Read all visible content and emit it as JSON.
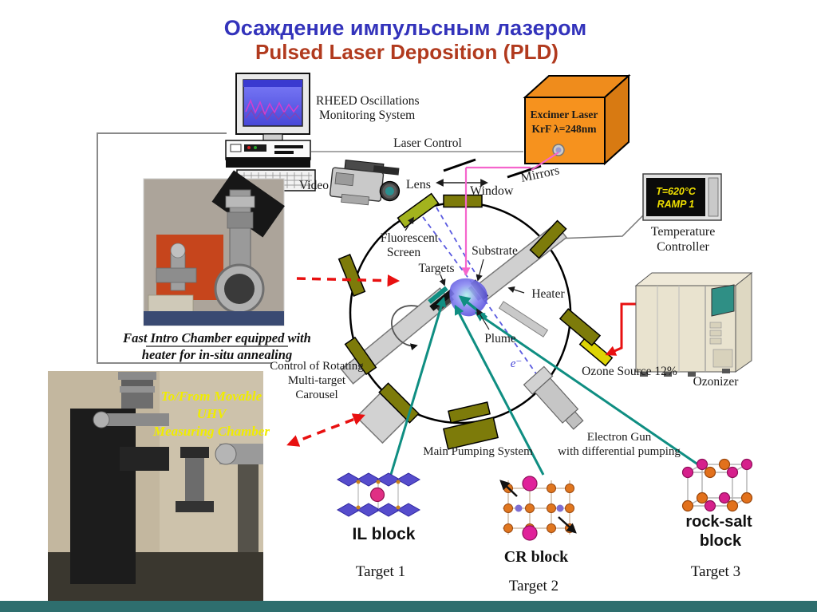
{
  "slide": {
    "title_ru": "Осаждение импульсным лазером",
    "title_en": "Pulsed Laser Deposition (PLD)"
  },
  "monitoring": {
    "label_line1": "RHEED Oscillations",
    "label_line2": "Monitoring System"
  },
  "laser": {
    "control_line_label": "Laser Control",
    "box_line1": "Excimer Laser",
    "box_line2": "KrF λ=248nm"
  },
  "optics": {
    "video_label": "Video",
    "lens_label": "Lens",
    "window_label": "Window",
    "mirrors_label": "Mirrors"
  },
  "temperature_controller": {
    "display_line1": "T=620°C",
    "display_line2": "RAMP 1",
    "caption_line1": "Temperature",
    "caption_line2": "Controller"
  },
  "chamber": {
    "fluorescent_line1": "Fluorescent",
    "fluorescent_line2": "Screen",
    "substrate_label": "Substrate",
    "targets_label": "Targets",
    "heater_label": "Heater",
    "plume_label": "Plume",
    "electron_label": "e⁻",
    "carousel_line1": "Control of Rotating",
    "carousel_line2": "Multi-target",
    "carousel_line3": "Carousel",
    "main_pumping_label": "Main Pumping System",
    "egun_line1": "Electron Gun",
    "egun_line2": "with differential pumping"
  },
  "ozone": {
    "source_label": "Ozone Source 12%",
    "device_label": "Ozonizer"
  },
  "photo_fast_intro": {
    "caption_line1": "Fast Intro Chamber equipped with",
    "caption_line2": "heater for in-situ annealing"
  },
  "photo_uhv": {
    "caption_line1": "To/From Movable",
    "caption_line2": "UHV",
    "caption_line3": "Measuring Chamber"
  },
  "targets": {
    "block1_label": "IL block",
    "target1_label": "Target 1",
    "block2_label": "CR block",
    "target2_label": "Target 2",
    "block3_line1": "rock-salt",
    "block3_line2": "block",
    "target3_label": "Target 3"
  },
  "colors": {
    "title_ru": "#3333bb",
    "title_en": "#b13a1e",
    "laser_box": "#f6921e",
    "beam_pink": "#f565cc",
    "port_olive": "#7d7b0a",
    "fluorescent_port": "#a3b31e",
    "teal_line": "#0f8e82",
    "red_arrow": "#e81010",
    "ebeam_blue": "#5a5ae0",
    "temp_display_text": "#f0e000",
    "uhv_caption": "#f0ec00",
    "footer_bar": "#2e6e6e"
  }
}
